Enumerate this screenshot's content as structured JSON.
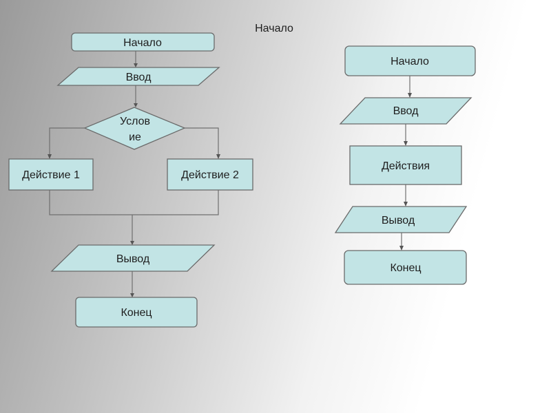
{
  "heading": "Начало",
  "left_flow": {
    "start": "Начало",
    "input": "Ввод",
    "condition_line1": "Услов",
    "condition_line2": "ие",
    "action_1": "Действие 1",
    "action_2": "Действие 2",
    "output": "Вывод",
    "end": "Конец"
  },
  "right_flow": {
    "start": "Начало",
    "input": "Ввод",
    "actions": "Действия",
    "output": "Вывод",
    "end": "Конец"
  },
  "colors": {
    "shape_fill": "#c2e4e5",
    "shape_border": "#6a6a6a",
    "connector": "#6f6f6f"
  }
}
